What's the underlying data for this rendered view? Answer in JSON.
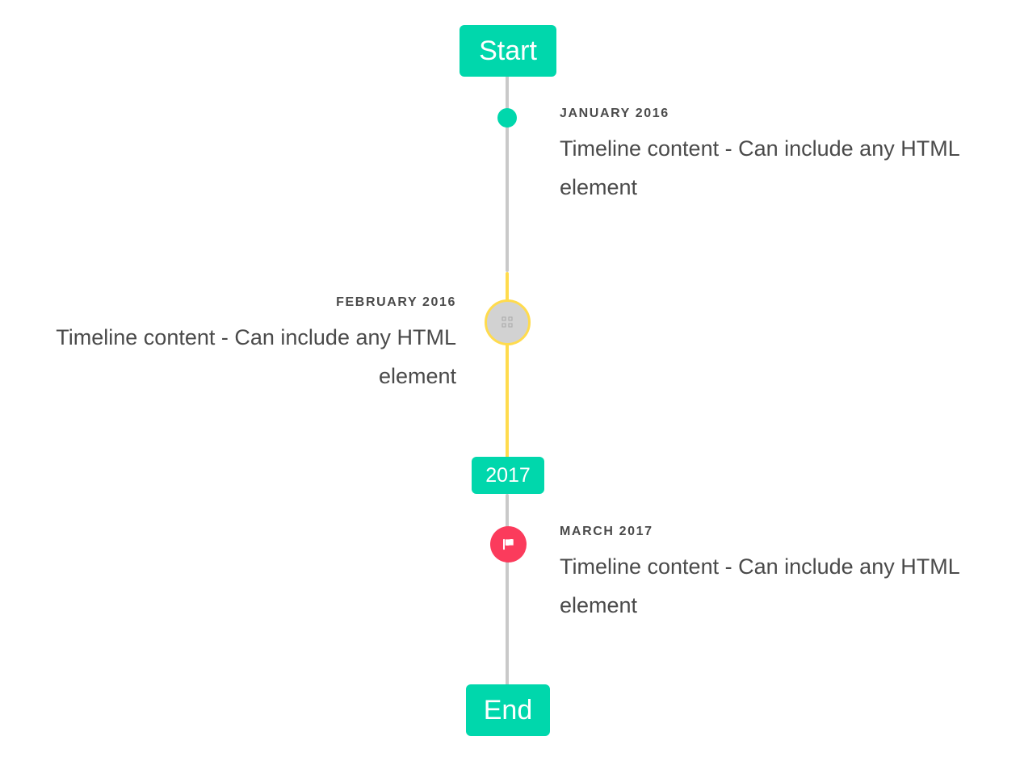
{
  "colors": {
    "accent_teal": "#00d7ac",
    "rail_gray": "#c9c9c9",
    "rail_yellow": "#ffdb4d",
    "flag_pink": "#fb3b5c",
    "marker_gray": "#d2d2d2",
    "text_gray": "#4a4a4a",
    "badge_text": "#ffffff",
    "background": "#ffffff"
  },
  "timeline": {
    "start_label": "Start",
    "end_label": "End",
    "year_divider_label": "2017",
    "entries": [
      {
        "date": "JANUARY 2016",
        "body": "Timeline content - Can include any HTML element",
        "side": "right",
        "marker": "dot-icon"
      },
      {
        "date": "FEBRUARY 2016",
        "body": "Timeline content - Can include any HTML element",
        "side": "left",
        "marker": "broken-image-icon"
      },
      {
        "date": "MARCH 2017",
        "body": "Timeline content - Can include any HTML element",
        "side": "right",
        "marker": "flag-icon"
      }
    ]
  }
}
